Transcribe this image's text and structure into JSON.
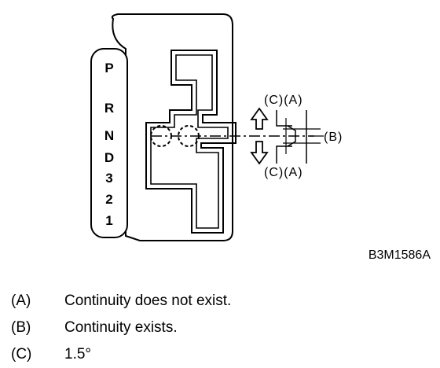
{
  "gears": [
    "P",
    "R",
    "N",
    "D",
    "3",
    "2",
    "1"
  ],
  "labels": {
    "top": "(C)(A)",
    "bottom": "(C)(A)",
    "side": "(B)"
  },
  "figure_code": "B3M1586A",
  "legend": [
    {
      "key": "(A)",
      "text": "Continuity does not exist."
    },
    {
      "key": "(B)",
      "text": "Continuity exists."
    },
    {
      "key": "(C)",
      "text": "1.5°"
    }
  ]
}
